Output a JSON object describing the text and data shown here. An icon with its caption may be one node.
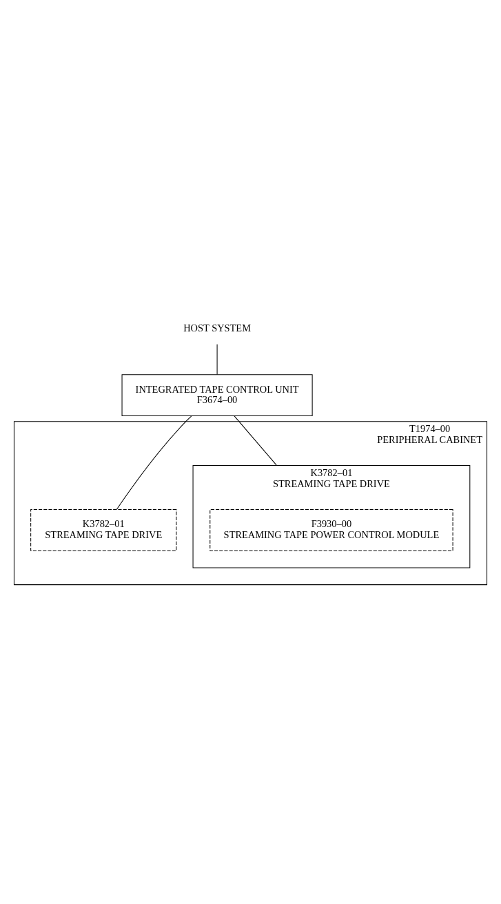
{
  "diagram": {
    "nodes": [
      {
        "text": [
          "HOST SYSTEM"
        ]
      },
      {
        "text": [
          "INTEGRATED TAPE CONTROL UNIT",
          "F3674–00"
        ]
      },
      {
        "text": [
          "T1974–00",
          "PERIPHERAL CABINET"
        ]
      },
      {
        "text": [
          "K3782–01",
          "STREAMING TAPE DRIVE"
        ],
        "in": 2
      },
      {
        "text": [
          "F3930–00",
          "STREAMING TAPE POWER CONTROL MODULE"
        ],
        "in": 3
      },
      {
        "text": [
          "K3782–01",
          "STREAMING TAPE DRIVE"
        ],
        "in": 2
      }
    ],
    "edges": [
      {
        "from": 0,
        "to": 1,
        "arrow": "none"
      },
      {
        "from": 1,
        "to": 3,
        "arrow": "none"
      },
      {
        "from": 1,
        "to": 5,
        "arrow": "none"
      }
    ]
  }
}
